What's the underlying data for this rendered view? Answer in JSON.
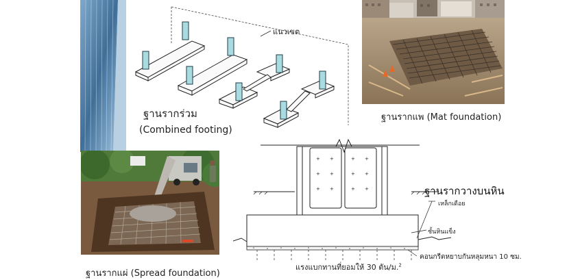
{
  "combined": {
    "title_th": "ฐานรากร่วม",
    "title_en": "(Combined footing)",
    "boundary_label": "แนวเขต"
  },
  "mat": {
    "caption": "ฐานรากแพ (Mat foundation)"
  },
  "spread": {
    "caption": "ฐานรากแผ่ (Spread foundation)"
  },
  "rock": {
    "title": "ฐานรากวางบนหิน",
    "rebar_label": "เหล็กเดือย",
    "rock_layer_label": "ชั้นหินแข็ง",
    "concrete_label": "คอนกรีตหยาบกันหลุมหนา 10 ซม.",
    "bearing_label": "แรงแบกทานที่ยอมให้ 30 ตัน/ม.",
    "bearing_superscript": "2"
  },
  "colors": {
    "column": "#a8dce0",
    "column_stroke": "#1f3b44",
    "building_glass": "#5a8fb8",
    "rock_text": "#111111"
  }
}
